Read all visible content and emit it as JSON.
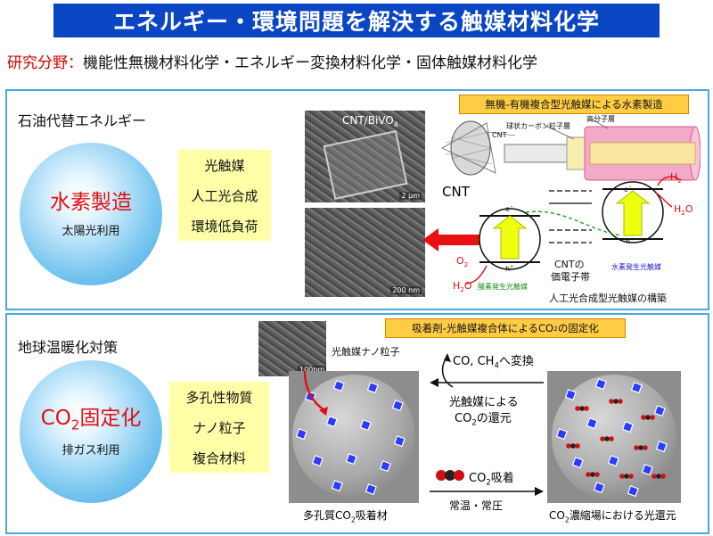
{
  "title": "エネルギー・環境問題を解決する触媒材料化学",
  "field": {
    "label": "研究分野：",
    "text": "機能性無機材料化学・エネルギー変換材料化学・固体触媒材料化学"
  },
  "panel1": {
    "heading": "石油代替エネルギー",
    "ball_big": "水素製造",
    "ball_small": "太陽光利用",
    "keywords": [
      "光触媒",
      "人工光合成",
      "環境低負荷"
    ],
    "orange_label": "無機-有機複合型光触媒による水素製造",
    "sem_top_label_a": "CNT/BiVO",
    "sem_top_label_sub": "4",
    "sem_top_scale": "2 μm",
    "sem_bottom_scale": "200 nm",
    "cnt_label": "CNT",
    "tube_cnt": "CNT",
    "tube_carbon": "球状カーボン粒子層",
    "tube_polymer": "高分子層",
    "electron": "e",
    "hole": "h",
    "o2": "O",
    "h2o_left": "H",
    "h2": "H",
    "h2o_right": "H",
    "band_label_1": "CNTの",
    "band_label_2": "価電子帯",
    "oxygen_cat": "酸素発生光触媒",
    "hydrogen_cat": "水素発生光触媒",
    "system_label": "人工光合成型光触媒の構築"
  },
  "panel2": {
    "heading": "地球温暖化対策",
    "ball_big_a": "CO",
    "ball_big_b": "固定化",
    "ball_small": "排ガス利用",
    "keywords": [
      "多孔性物質",
      "ナノ粒子",
      "複合材料"
    ],
    "orange_label_a": "吸着剤-光触媒複合体によるCO",
    "orange_label_b": "の固定化",
    "nano_label": "光触媒ナノ粒子",
    "nano_scale": "100nm",
    "convert_label": "CO, CH",
    "convert_label_b": "へ変換",
    "reduce_1": "光触媒による",
    "reduce_2a": "CO",
    "reduce_2b": "の還元",
    "adsorb_a": "CO",
    "adsorb_b": "吸着",
    "condition": "常温・常圧",
    "left_caption_a": "多孔質CO",
    "left_caption_b": "吸着材",
    "right_caption_a": "CO",
    "right_caption_b": "濃縮場における光還元"
  }
}
